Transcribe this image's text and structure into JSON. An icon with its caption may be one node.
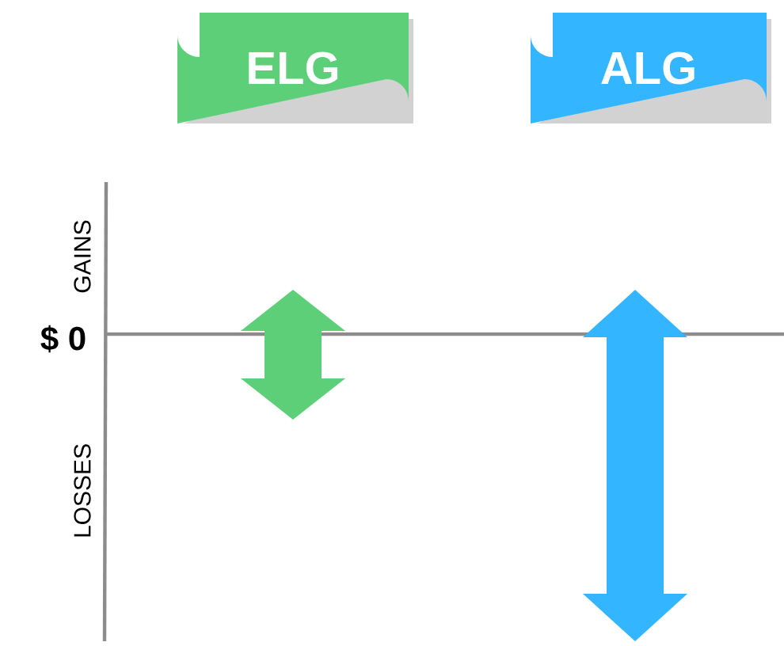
{
  "diagram": {
    "nodes": [
      {
        "text": [
          "ELG"
        ]
      },
      {
        "text": [
          "ALG"
        ]
      }
    ],
    "labels": [
      "GAINS",
      "$ 0",
      "LOSSES"
    ]
  }
}
